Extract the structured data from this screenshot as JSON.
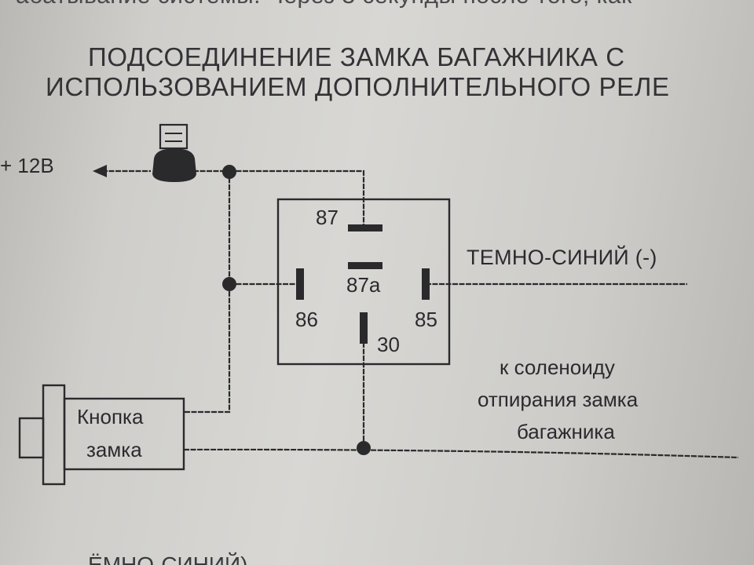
{
  "page": {
    "top_text": "абатывание системы. Через 3 секунды после того, как",
    "title_line1": "ПОДСОЕДИНЕНИЕ ЗАМКА БАГАЖНИКА С",
    "title_line2": "ИСПОЛЬЗОВАНИЕМ ДОПОЛНИТЕЛЬНОГО РЕЛЕ",
    "bottom_text": "ЁМНО-СИНИЙ)"
  },
  "diagram": {
    "power_label": "+ 12В",
    "relay": {
      "pin_87": "87",
      "pin_87a": "87a",
      "pin_86": "86",
      "pin_85": "85",
      "pin_30": "30"
    },
    "wire_dark_blue": "ТЕМНО-СИНИЙ (-)",
    "solenoid_label": [
      "к  соленоиду",
      "отпирания замка",
      "багажника"
    ],
    "button_label": [
      "Кнопка",
      "замка"
    ],
    "colors": {
      "ink": "#2a2a2c",
      "paper": "#d2d1ce"
    }
  }
}
